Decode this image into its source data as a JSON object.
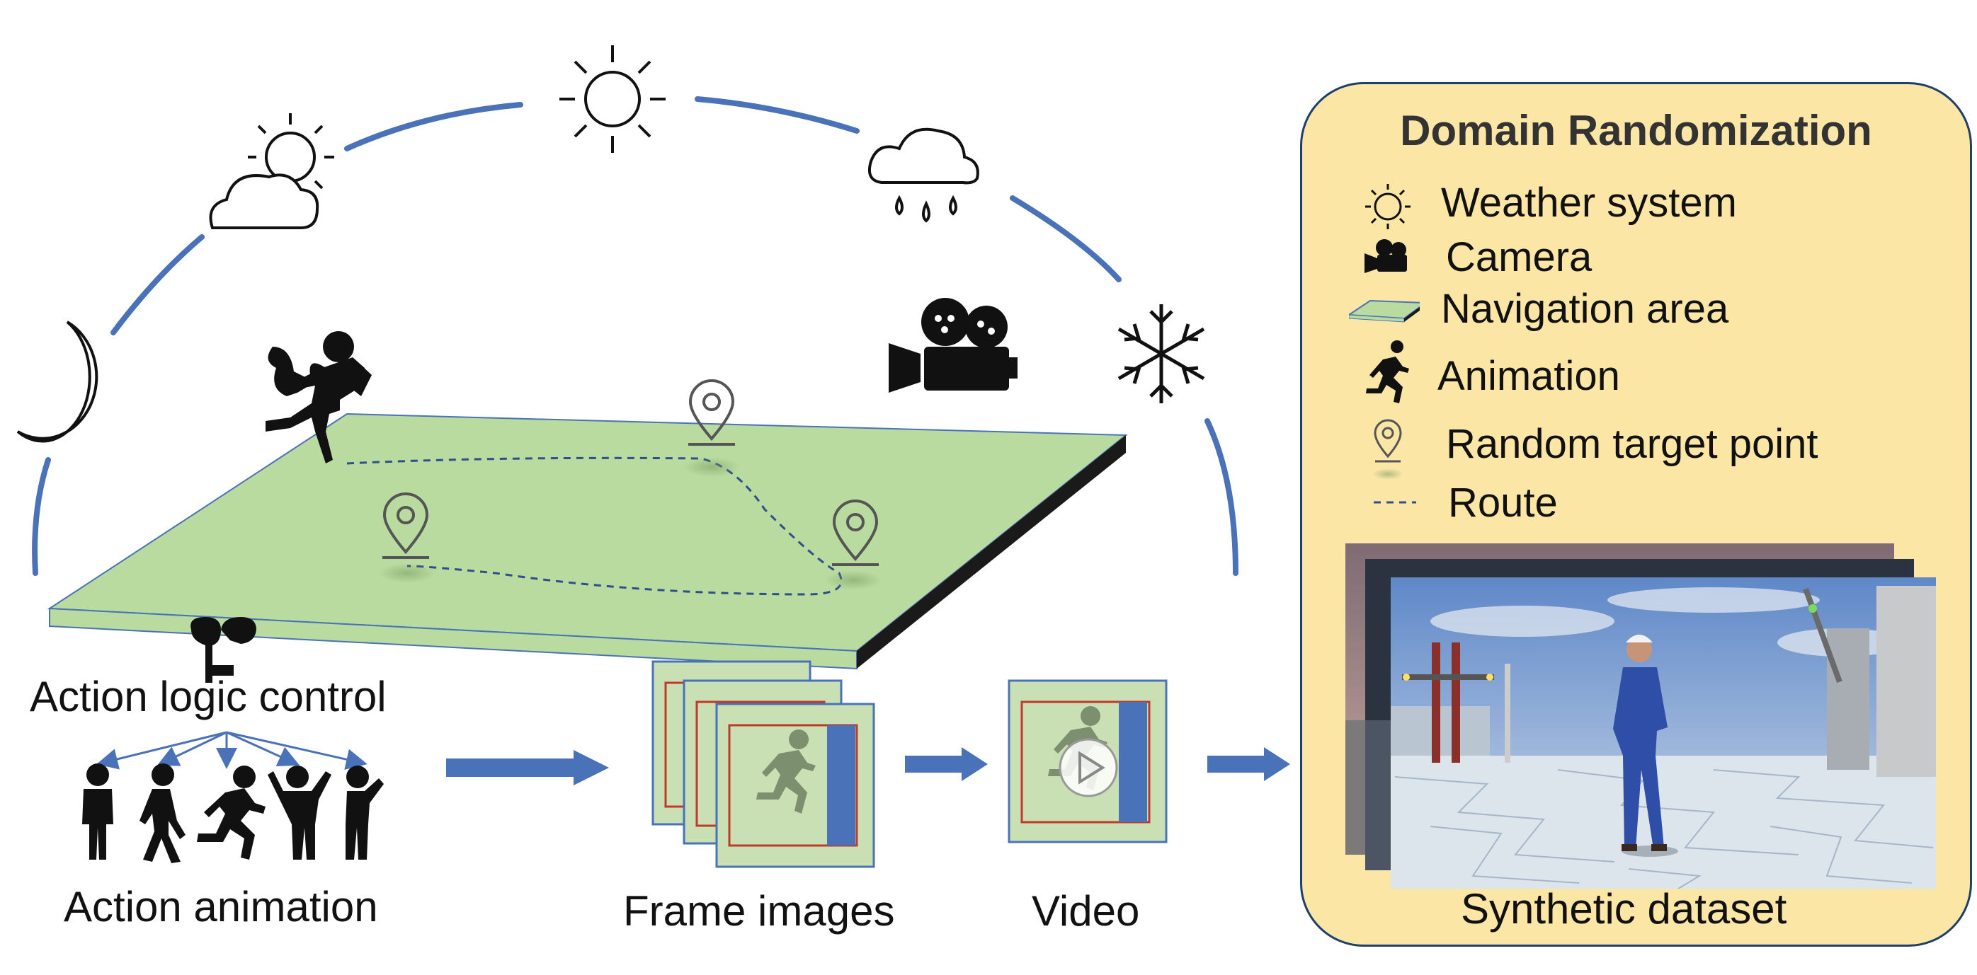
{
  "panel": {
    "title": "Domain Randomization",
    "legend": [
      {
        "icon": "sun-icon",
        "label": "Weather system"
      },
      {
        "icon": "camera-icon",
        "label": "Camera"
      },
      {
        "icon": "navigation-area-icon",
        "label": "Navigation area"
      },
      {
        "icon": "running-person-icon",
        "label": "Animation"
      },
      {
        "icon": "map-pin-icon",
        "label": "Random target point"
      },
      {
        "icon": "dashed-route-icon",
        "label": "Route"
      }
    ],
    "dataset_label": "Synthetic dataset"
  },
  "labels": {
    "action_logic": "Action logic control",
    "action_animation": "Action animation",
    "frame_images": "Frame images",
    "video": "Video"
  },
  "colors": {
    "arc": "#4a72b8",
    "arrow": "#4a72b8",
    "ground": "#b9dba0",
    "panel_bg": "#fbe6a6",
    "panel_border": "#1f3f6b",
    "frame_border": "#c0392b"
  }
}
